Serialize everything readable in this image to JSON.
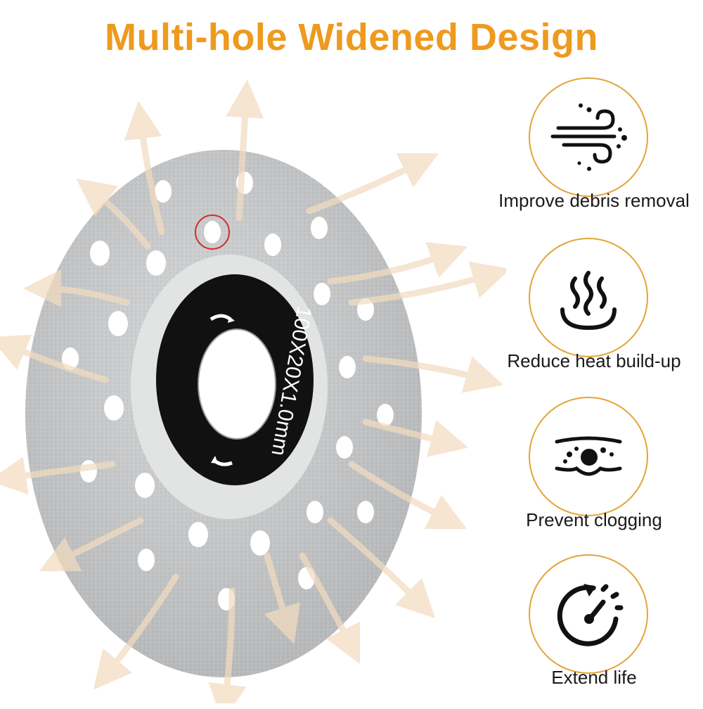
{
  "title": "Multi-hole Widened Design",
  "disc": {
    "ring_text": "100X20X1.0mm"
  },
  "features": [
    {
      "label": "Improve debris removal",
      "icon": "wind-debris-icon"
    },
    {
      "label": "Reduce heat build-up",
      "icon": "heat-waves-icon"
    },
    {
      "label": "Prevent clogging",
      "icon": "clogging-particles-icon"
    },
    {
      "label": "Extend life",
      "icon": "gauge-speed-icon"
    }
  ],
  "colors": {
    "title": "#EE9A1E",
    "circle_border": "#E3A53A",
    "disc": "#C9CBCD",
    "hub": "#111111"
  }
}
